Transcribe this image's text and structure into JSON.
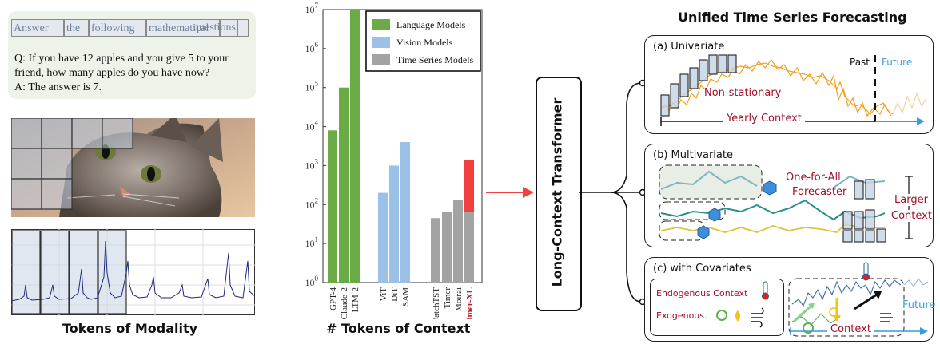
{
  "text_panel": {
    "tokens": [
      "Answer",
      "the",
      "following",
      "mathematical",
      "questions:",
      ""
    ],
    "q_line1": "Q: If you have 12 apples and you give 5 to your",
    "q_line2": "friend, how many apples do you have now?",
    "a_line": "A: The answer is 7."
  },
  "captions": {
    "modality": "Tokens of Modality",
    "context": "# Tokens of Context"
  },
  "chart_data": {
    "type": "bar",
    "yscale": "log",
    "ylim": [
      1,
      10000000
    ],
    "ytick_labels": [
      "10^0",
      "10^1",
      "10^2",
      "10^3",
      "10^4",
      "10^5",
      "10^6",
      "10^7"
    ],
    "legend": [
      "Language Models",
      "Vision Models",
      "Time Series Models"
    ],
    "legend_position": "top-right",
    "colors": {
      "Language Models": "#6aab45",
      "Vision Models": "#9cc1e6",
      "Time Series Models": "#a3a3a3",
      "highlight": "#f2403e"
    },
    "groups": [
      {
        "name": "Language Models",
        "categories": [
          "GPT-4",
          "Claude-2",
          "LTM-2"
        ],
        "values": [
          8000,
          100000,
          10000000
        ]
      },
      {
        "name": "Vision Models",
        "categories": [
          "ViT",
          "DiT",
          "SAM"
        ],
        "values": [
          200,
          1000,
          4000
        ]
      },
      {
        "name": "Time Series Models",
        "categories": [
          "PatchTST",
          "Timer",
          "Moirai",
          "Timer-XL"
        ],
        "values": [
          45,
          65,
          130,
          1400
        ],
        "highlight_base": [
          null,
          null,
          null,
          65
        ]
      }
    ],
    "highlight_label": "Timer-XL"
  },
  "transformer_label": "Long-Context Transformer",
  "forecast": {
    "title": "Unified Time Series Forecasting",
    "univariate": {
      "title": "(a) Univariate",
      "nonstationary": "Non-stationary",
      "past": "Past",
      "future": "Future",
      "context": "Yearly Context"
    },
    "multivariate": {
      "title": "(b) Multivariate",
      "one_for_all_1": "One-for-All",
      "one_for_all_2": "Forecaster",
      "larger_1": "Larger",
      "larger_2": "Context"
    },
    "covariates": {
      "title": "(c) with Covariates",
      "endo": "Endogenous Context",
      "exo": "Exogenous.",
      "context": "Context",
      "future": "Future"
    }
  },
  "icons": [
    "thermometer-icon",
    "sun-icon",
    "light-icon",
    "wind-icon",
    "cube-icon"
  ]
}
